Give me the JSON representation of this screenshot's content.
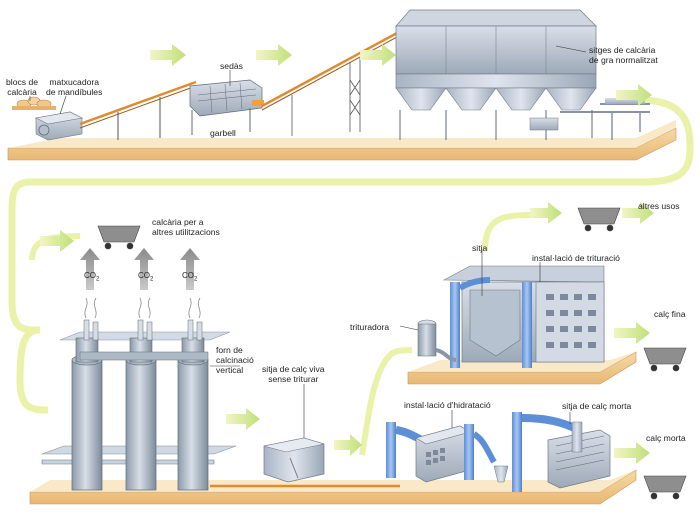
{
  "labels": {
    "blocs_calcaria": "blocs de\ncalcària",
    "matxucadora": "matxucadora\nde mandíbules",
    "sedas": "sedàs",
    "garbell": "garbell",
    "sitges_calcaria": "sitges de calcària\nde gra normalitzat",
    "calcaria_altres": "calcària per a\naltres utilitzacions",
    "forn": "forn de\ncalcinació\nvertical",
    "sitja_calc_viva": "sitja de calç viva\nsense triturar",
    "sitja": "sitja",
    "installacio_trituracio": "instal·lació de trituració",
    "trituradora": "trituradora",
    "altres_usos": "altres usos",
    "calc_fina": "calç fina",
    "installacio_hidratacio": "instal·lació d'hidratació",
    "sitja_calc_morta": "sitja de calç morta",
    "calc_morta": "calç morta",
    "co2": "CO",
    "co2_sub": "2"
  }
}
